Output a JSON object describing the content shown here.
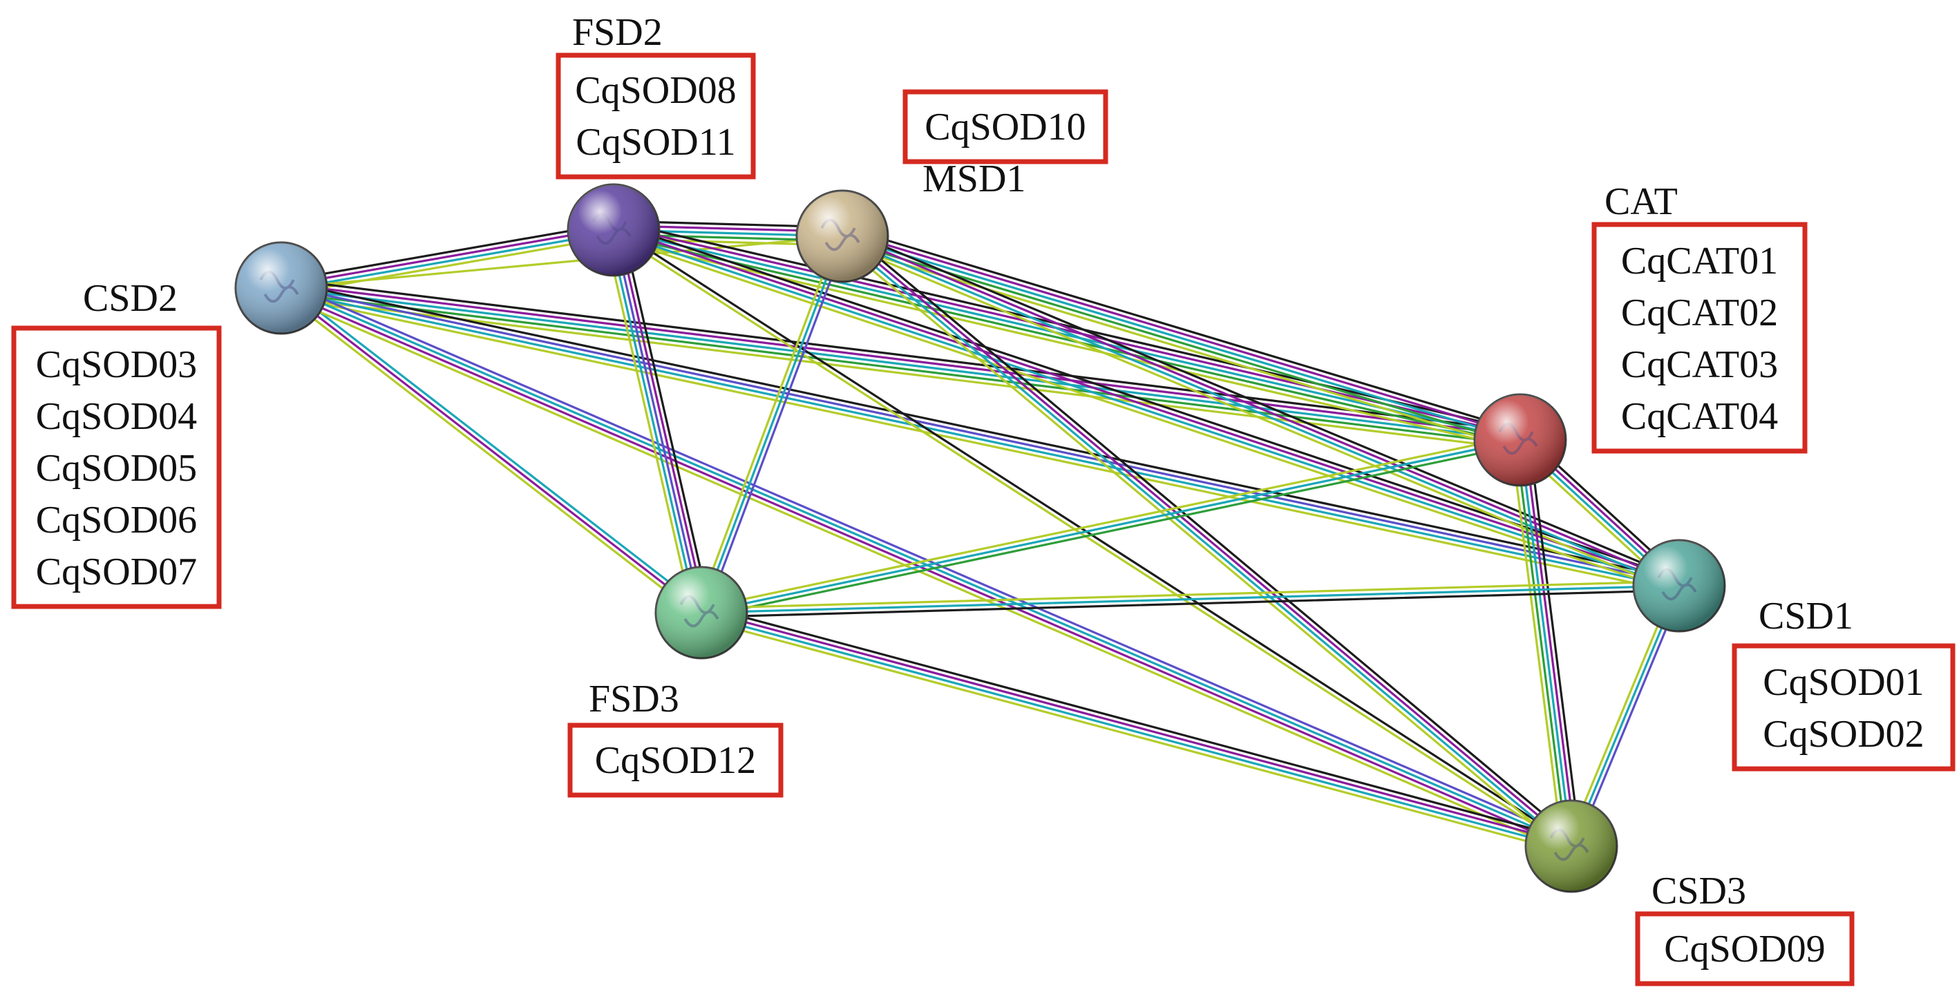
{
  "diagram": {
    "type": "protein-interaction-network",
    "edge_colors": [
      "#1c1c1c",
      "#8b1c9c",
      "#1aa7b8",
      "#2e9e3a",
      "#b4cc2a",
      "#5b4fc8"
    ],
    "nodes": [
      {
        "id": "CSD2",
        "label": "CSD2",
        "color": "#7fa8c9",
        "genes": [
          "CqSOD03",
          "CqSOD04",
          "CqSOD05",
          "CqSOD06",
          "CqSOD07"
        ]
      },
      {
        "id": "FSD2",
        "label": "FSD2",
        "color": "#5a3f9e",
        "genes": [
          "CqSOD08",
          "CqSOD11"
        ]
      },
      {
        "id": "MSD1",
        "label": "MSD1",
        "color": "#c9b48a",
        "genes": [
          "CqSOD10"
        ]
      },
      {
        "id": "CAT",
        "label": "CAT",
        "color": "#c44545",
        "genes": [
          "CqCAT01",
          "CqCAT02",
          "CqCAT03",
          "CqCAT04"
        ]
      },
      {
        "id": "CSD1",
        "label": "CSD1",
        "color": "#4fa59a",
        "genes": [
          "CqSOD01",
          "CqSOD02"
        ]
      },
      {
        "id": "FSD3",
        "label": "FSD3",
        "color": "#6cc38a",
        "genes": [
          "CqSOD12"
        ]
      },
      {
        "id": "CSD3",
        "label": "CSD3",
        "color": "#7e9d3c",
        "genes": [
          "CqSOD09"
        ]
      }
    ],
    "edges": [
      {
        "from": "CSD2",
        "to": "FSD2",
        "colors": [
          "#1c1c1c",
          "#8b1c9c",
          "#1aa7b8",
          "#b4cc2a"
        ]
      },
      {
        "from": "CSD2",
        "to": "MSD1",
        "colors": [
          "#b4cc2a"
        ]
      },
      {
        "from": "CSD2",
        "to": "CAT",
        "colors": [
          "#1c1c1c",
          "#8b1c9c",
          "#1aa7b8",
          "#2e9e3a",
          "#b4cc2a"
        ]
      },
      {
        "from": "CSD2",
        "to": "CSD1",
        "colors": [
          "#1c1c1c",
          "#5b4fc8",
          "#1aa7b8",
          "#b4cc2a"
        ]
      },
      {
        "from": "CSD2",
        "to": "FSD3",
        "colors": [
          "#1aa7b8",
          "#8b1c9c",
          "#b4cc2a"
        ]
      },
      {
        "from": "CSD2",
        "to": "CSD3",
        "colors": [
          "#5b4fc8",
          "#1aa7b8",
          "#8b1c9c",
          "#b4cc2a"
        ]
      },
      {
        "from": "FSD2",
        "to": "MSD1",
        "colors": [
          "#1c1c1c",
          "#8b1c9c",
          "#1aa7b8",
          "#2e9e3a",
          "#b4cc2a"
        ]
      },
      {
        "from": "FSD2",
        "to": "CAT",
        "colors": [
          "#1c1c1c",
          "#8b1c9c",
          "#1aa7b8",
          "#2e9e3a",
          "#b4cc2a"
        ]
      },
      {
        "from": "FSD2",
        "to": "CSD1",
        "colors": [
          "#1c1c1c",
          "#8b1c9c",
          "#1aa7b8",
          "#b4cc2a"
        ]
      },
      {
        "from": "FSD2",
        "to": "FSD3",
        "colors": [
          "#1c1c1c",
          "#8b1c9c",
          "#5b4fc8",
          "#1aa7b8",
          "#b4cc2a"
        ]
      },
      {
        "from": "FSD2",
        "to": "CSD3",
        "colors": [
          "#1c1c1c",
          "#b4cc2a"
        ]
      },
      {
        "from": "MSD1",
        "to": "CAT",
        "colors": [
          "#1c1c1c",
          "#8b1c9c",
          "#1aa7b8",
          "#2e9e3a",
          "#b4cc2a"
        ]
      },
      {
        "from": "MSD1",
        "to": "CSD1",
        "colors": [
          "#1c1c1c",
          "#8b1c9c",
          "#1aa7b8",
          "#b4cc2a"
        ]
      },
      {
        "from": "MSD1",
        "to": "FSD3",
        "colors": [
          "#5b4fc8",
          "#1aa7b8",
          "#b4cc2a"
        ]
      },
      {
        "from": "MSD1",
        "to": "CSD3",
        "colors": [
          "#1c1c1c",
          "#8b1c9c",
          "#1aa7b8",
          "#b4cc2a"
        ]
      },
      {
        "from": "CAT",
        "to": "CSD1",
        "colors": [
          "#1c1c1c",
          "#8b1c9c",
          "#1aa7b8",
          "#b4cc2a"
        ]
      },
      {
        "from": "CAT",
        "to": "FSD3",
        "colors": [
          "#2e9e3a",
          "#1aa7b8",
          "#b4cc2a"
        ]
      },
      {
        "from": "CAT",
        "to": "CSD3",
        "colors": [
          "#1c1c1c",
          "#8b1c9c",
          "#1aa7b8",
          "#2e9e3a",
          "#b4cc2a"
        ]
      },
      {
        "from": "CSD1",
        "to": "FSD3",
        "colors": [
          "#1c1c1c",
          "#1aa7b8",
          "#b4cc2a"
        ]
      },
      {
        "from": "CSD1",
        "to": "CSD3",
        "colors": [
          "#5b4fc8",
          "#1aa7b8",
          "#b4cc2a"
        ]
      },
      {
        "from": "FSD3",
        "to": "CSD3",
        "colors": [
          "#1c1c1c",
          "#8b1c9c",
          "#1aa7b8",
          "#b4cc2a"
        ]
      }
    ]
  }
}
